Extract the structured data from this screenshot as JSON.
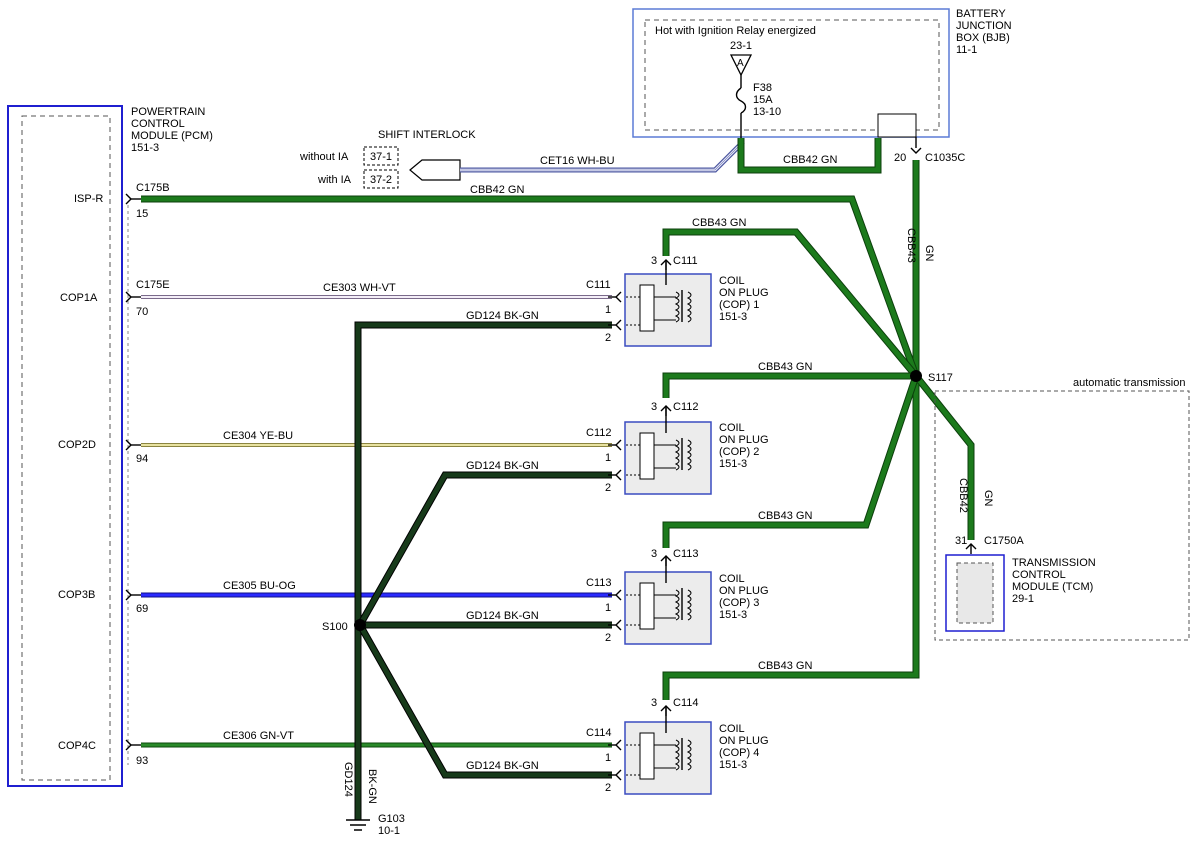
{
  "colors": {
    "gn": "#1c7a1c",
    "gn_edge": "#0c3f0c",
    "bk_gn": "#0e2a12",
    "bk_gn_edge": "#000000",
    "module_blue": "#1f1fd0",
    "bu_og": "#1a1aff",
    "ye_bu": "#c9c060",
    "wh_vt": "#b8a8c8",
    "wh_bu": "#9aa4c8",
    "gn_vt": "#2a8a2a",
    "dash": "#666666",
    "coil_fill": "#ececec"
  },
  "bjb": {
    "title_lines": [
      "BATTERY",
      "JUNCTION",
      "BOX (BJB)",
      "11-1"
    ],
    "inner_label": "Hot with Ignition Relay energized",
    "pin_top": "23-1",
    "pin_letter": "A",
    "fuse_lines": [
      "F38",
      "15A",
      "13-10"
    ],
    "out_pin": "20",
    "out_connector": "C1035C"
  },
  "pcm": {
    "title_lines": [
      "POWERTRAIN",
      "CONTROL",
      "MODULE (PCM)",
      "151-3"
    ],
    "pins": [
      {
        "label": "ISP-R",
        "connector": "C175B",
        "pin": "15"
      },
      {
        "label": "COP1A",
        "connector": "C175E",
        "pin": "70"
      },
      {
        "label": "COP2D",
        "connector": "",
        "pin": "94"
      },
      {
        "label": "COP3B",
        "connector": "",
        "pin": "69"
      },
      {
        "label": "COP4C",
        "connector": "",
        "pin": "93"
      }
    ]
  },
  "shift_interlock": {
    "title": "SHIFT INTERLOCK",
    "rows": [
      {
        "label": "without IA",
        "ref": "37-1"
      },
      {
        "label": "with IA",
        "ref": "37-2"
      }
    ]
  },
  "wires": {
    "cet16": "CET16   WH-BU",
    "cbb42_top": "CBB42   GN",
    "cbb42_main": "CBB42   GN",
    "cbb43_top": "CBB43   GN",
    "cbb43_vert_a": "CBB43",
    "cbb43_vert_b": "GN",
    "ce303": "CE303   WH-VT",
    "ce304": "CE304   YE-BU",
    "ce305": "CE305   BU-OG",
    "ce306": "CE306   GN-VT",
    "gd124": "GD124   BK-GN",
    "cbb43": "CBB43   GN",
    "gd124_vert_a": "GD124",
    "gd124_vert_b": "BK-GN",
    "cbb42_tcm_a": "CBB42",
    "cbb42_tcm_b": "GN"
  },
  "splices": {
    "s117": "S117",
    "s100": "S100"
  },
  "ground": {
    "lines": [
      "G103",
      "10-1"
    ]
  },
  "auto_trans": {
    "label": "automatic transmission"
  },
  "tcm": {
    "title_lines": [
      "TRANSMISSION",
      "CONTROL",
      "MODULE (TCM)",
      "29-1"
    ],
    "pin": "31",
    "connector": "C1750A"
  },
  "coils": [
    {
      "lines": [
        "COIL",
        "ON PLUG",
        "(COP) 1",
        "151-3"
      ],
      "top_pin": "3",
      "top_conn": "C111",
      "side_conn": "C111",
      "pin1": "1",
      "pin2": "2"
    },
    {
      "lines": [
        "COIL",
        "ON PLUG",
        "(COP) 2",
        "151-3"
      ],
      "top_pin": "3",
      "top_conn": "C112",
      "side_conn": "C112",
      "pin1": "1",
      "pin2": "2"
    },
    {
      "lines": [
        "COIL",
        "ON PLUG",
        "(COP) 3",
        "151-3"
      ],
      "top_pin": "3",
      "top_conn": "C113",
      "side_conn": "C113",
      "pin1": "1",
      "pin2": "2"
    },
    {
      "lines": [
        "COIL",
        "ON PLUG",
        "(COP) 4",
        "151-3"
      ],
      "top_pin": "3",
      "top_conn": "C114",
      "side_conn": "C114",
      "pin1": "1",
      "pin2": "2"
    }
  ]
}
